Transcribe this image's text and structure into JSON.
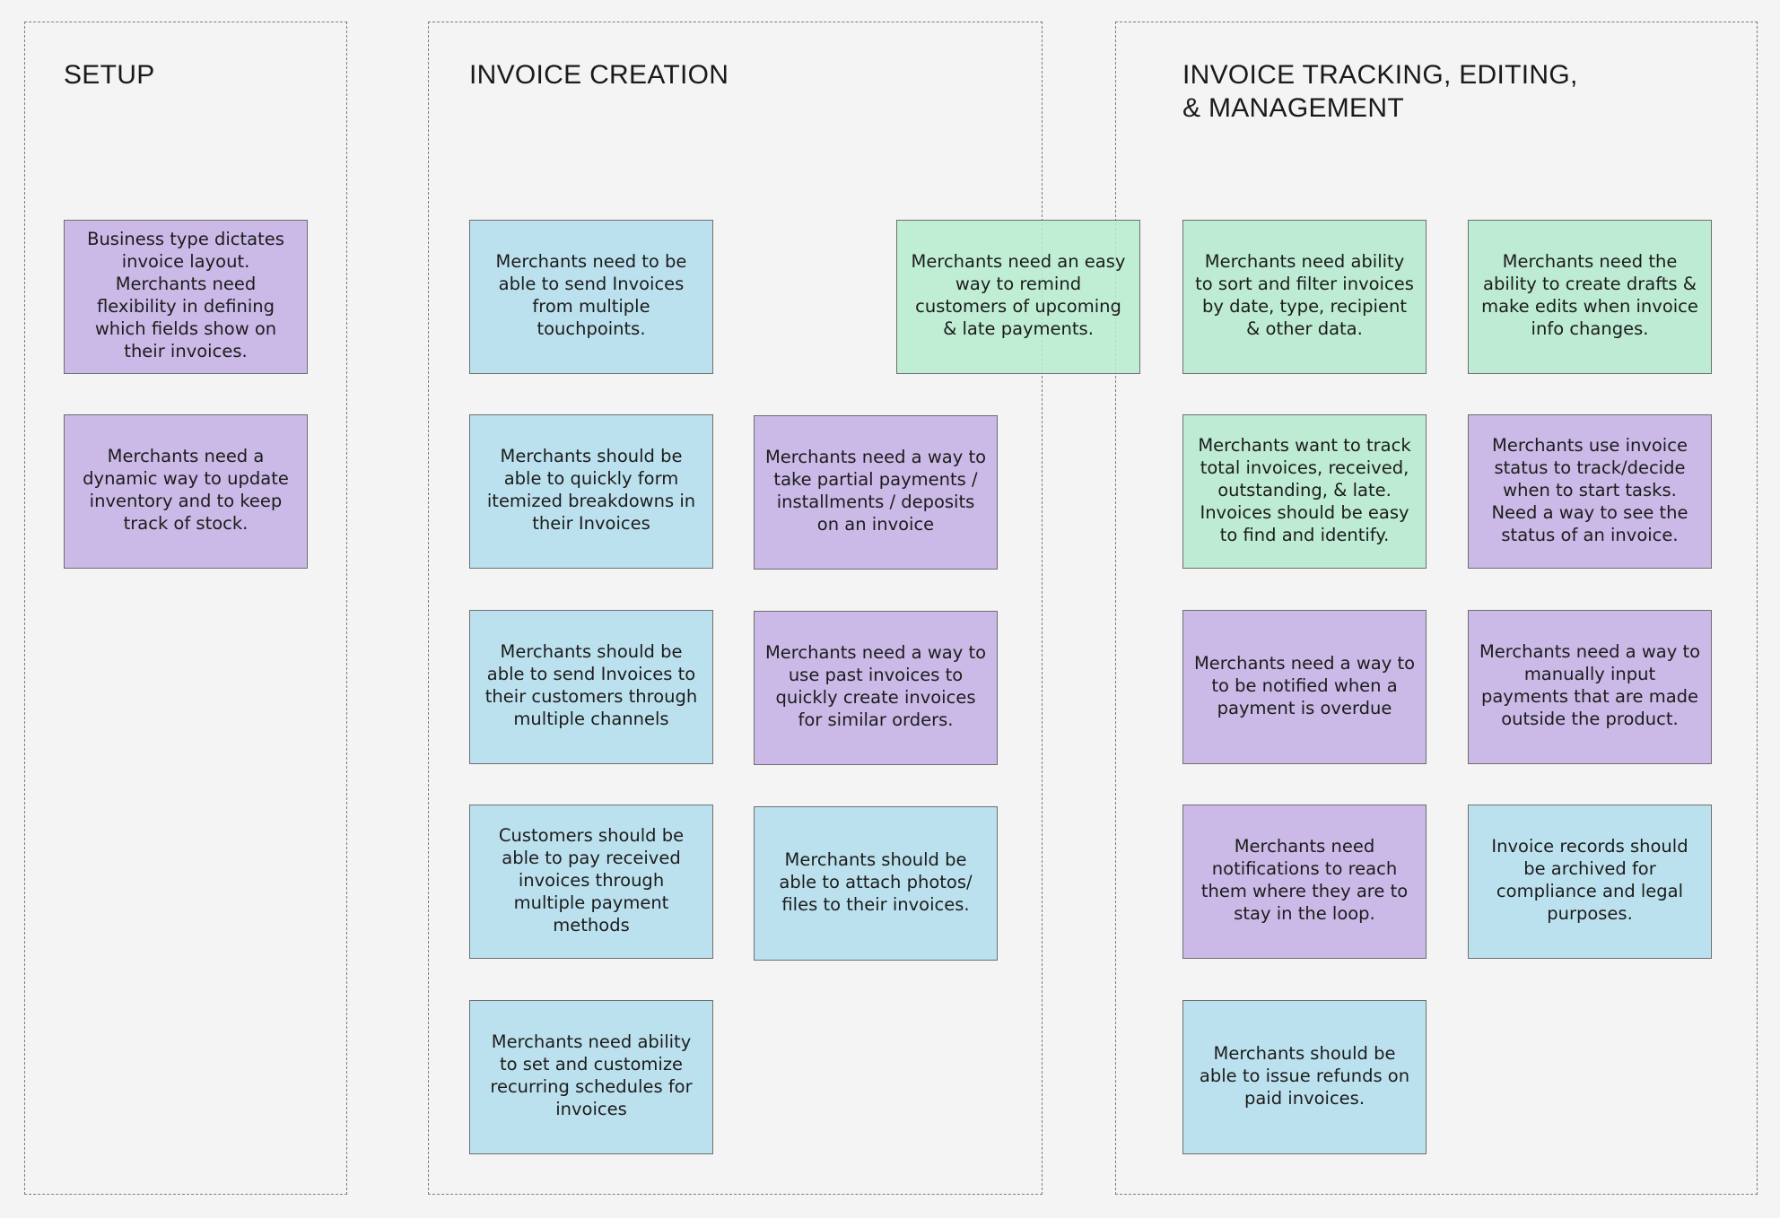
{
  "sections": {
    "setup": {
      "title": "SETUP"
    },
    "creation": {
      "title": "INVOICE CREATION"
    },
    "tracking": {
      "title": "INVOICE TRACKING, EDITING,\n& MANAGEMENT"
    }
  },
  "colors": {
    "purple": "#cbb9e7",
    "blue": "#bce1ee",
    "green": "#bdebd3",
    "background": "#f4f4f4"
  },
  "notes": {
    "setup": [
      {
        "text": "Business type dictates invoice layout. Merchants need flexibility in defining which fields show on their invoices.",
        "color": "purple"
      },
      {
        "text": "Merchants need a dynamic way to update inventory and to keep track of stock.",
        "color": "purple"
      }
    ],
    "creation": [
      {
        "text": "Merchants need to be able to send Invoices from multiple touchpoints.",
        "color": "blue"
      },
      {
        "text": "Merchants should be able to quickly form itemized breakdowns in their Invoices",
        "color": "blue"
      },
      {
        "text": "Merchants should be able to send Invoices to their customers through multiple channels",
        "color": "blue"
      },
      {
        "text": "Customers should be able to pay received invoices through multiple payment methods",
        "color": "blue"
      },
      {
        "text": "Merchants need ability to set and customize recurring schedules for invoices",
        "color": "blue"
      },
      {
        "text": "Merchants need a way to take partial payments / installments / deposits on an invoice",
        "color": "purple"
      },
      {
        "text": "Merchants need a way to use past invoices to quickly create invoices for similar orders.",
        "color": "purple"
      },
      {
        "text": "Merchants should be able to attach photos/ files to their invoices.",
        "color": "blue"
      }
    ],
    "reminder": {
      "text": "Merchants need an easy way to remind customers of upcoming & late payments.",
      "color": "green"
    },
    "tracking": [
      {
        "text": "Merchants need ability to sort and filter invoices by date, type, recipient & other data.",
        "color": "green"
      },
      {
        "text": "Merchants need the ability to create drafts & make edits when invoice info changes.",
        "color": "green"
      },
      {
        "text": "Merchants want to track total invoices, received, outstanding, & late. Invoices should be easy to find and identify.",
        "color": "green"
      },
      {
        "text": "Merchants use invoice status to track/decide when to start tasks. Need a way to see the status of an invoice.",
        "color": "purple"
      },
      {
        "text": "Merchants need a way to to be notified when a payment is overdue",
        "color": "purple"
      },
      {
        "text": "Merchants need a way to manually input payments that are made outside the product.",
        "color": "purple"
      },
      {
        "text": "Merchants need notifications to reach them where they are to stay in the loop.",
        "color": "purple"
      },
      {
        "text": "Invoice records should be archived for compliance and legal purposes.",
        "color": "blue"
      },
      {
        "text": "Merchants should be able to issue refunds on paid invoices.",
        "color": "blue"
      }
    ]
  }
}
